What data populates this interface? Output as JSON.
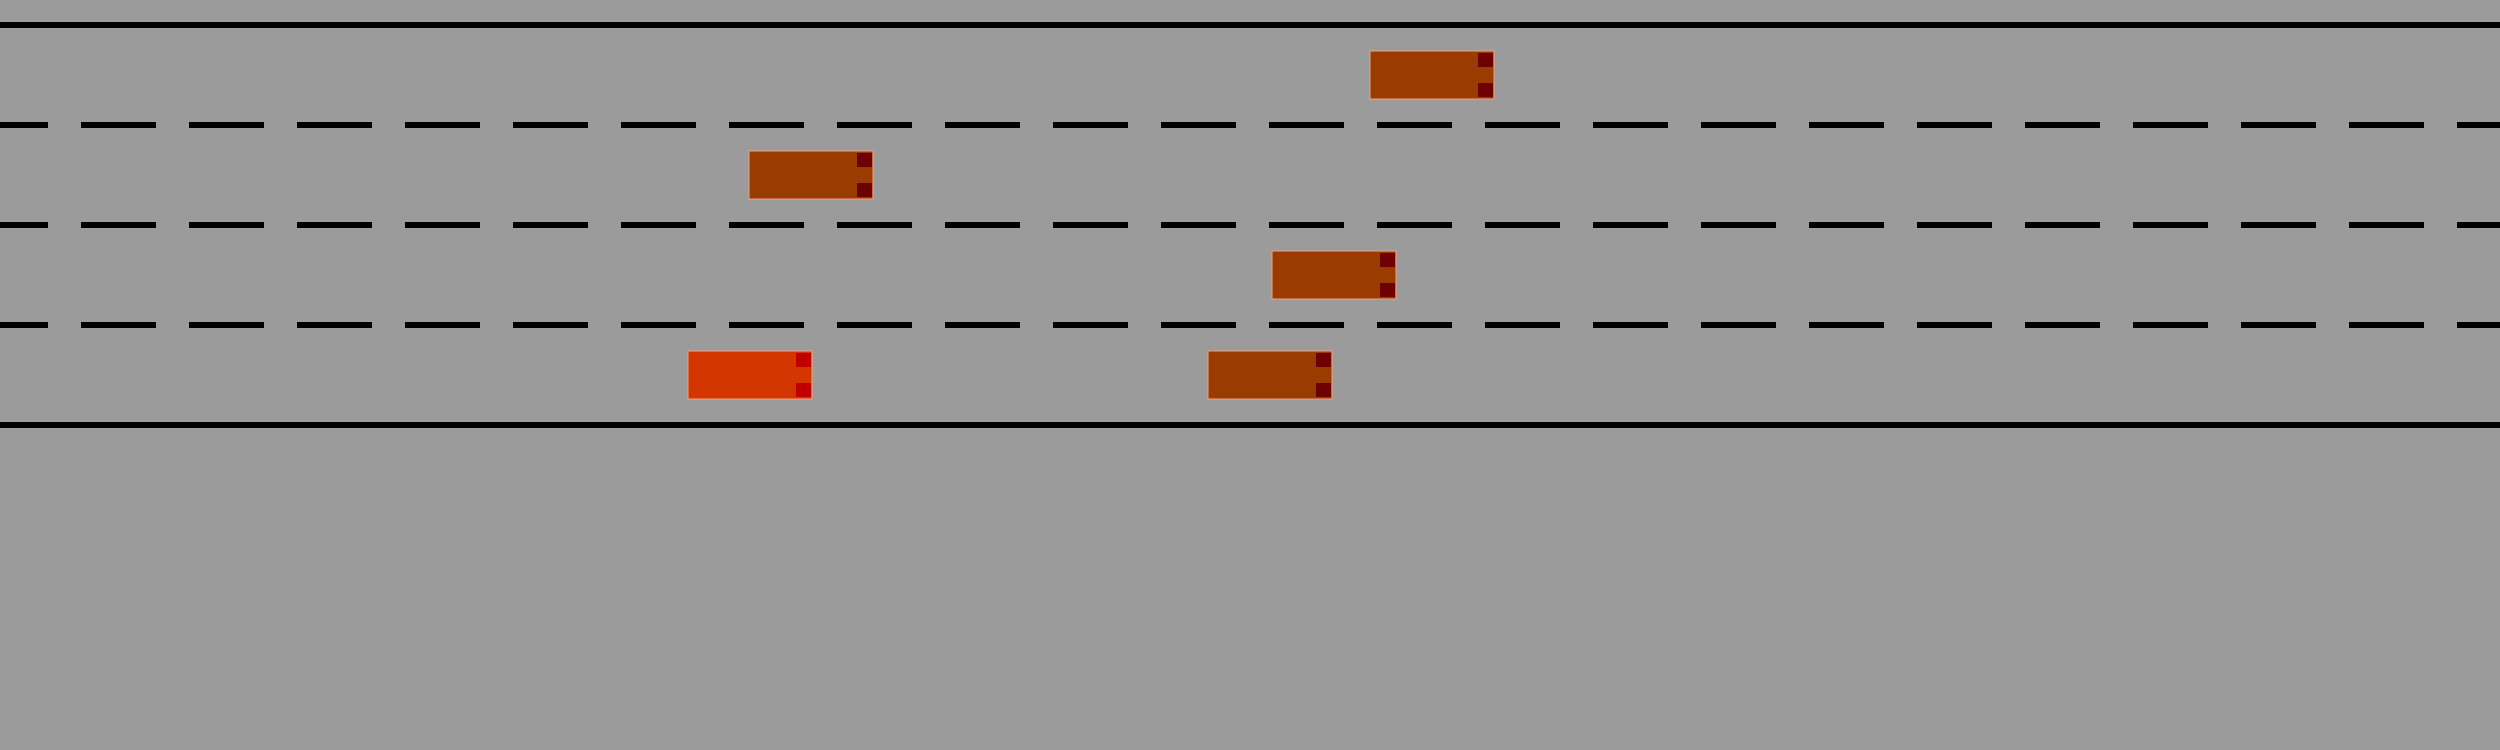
{
  "road": {
    "background_color": "#9b9b9b",
    "line_color": "#000000",
    "lane_count": 4
  },
  "colors": {
    "ego_body": "#d43600",
    "npc_body": "#9a3b00",
    "ego_tail": "#c00000",
    "npc_tail": "#6e0000",
    "car_outline": "#f0a080"
  },
  "vehicles": [
    {
      "id": "npc-1",
      "role": "npc",
      "lane": 0
    },
    {
      "id": "npc-2",
      "role": "npc",
      "lane": 1
    },
    {
      "id": "npc-3",
      "role": "npc",
      "lane": 2
    },
    {
      "id": "ego",
      "role": "ego",
      "lane": 3
    },
    {
      "id": "npc-4",
      "role": "npc",
      "lane": 3
    }
  ]
}
